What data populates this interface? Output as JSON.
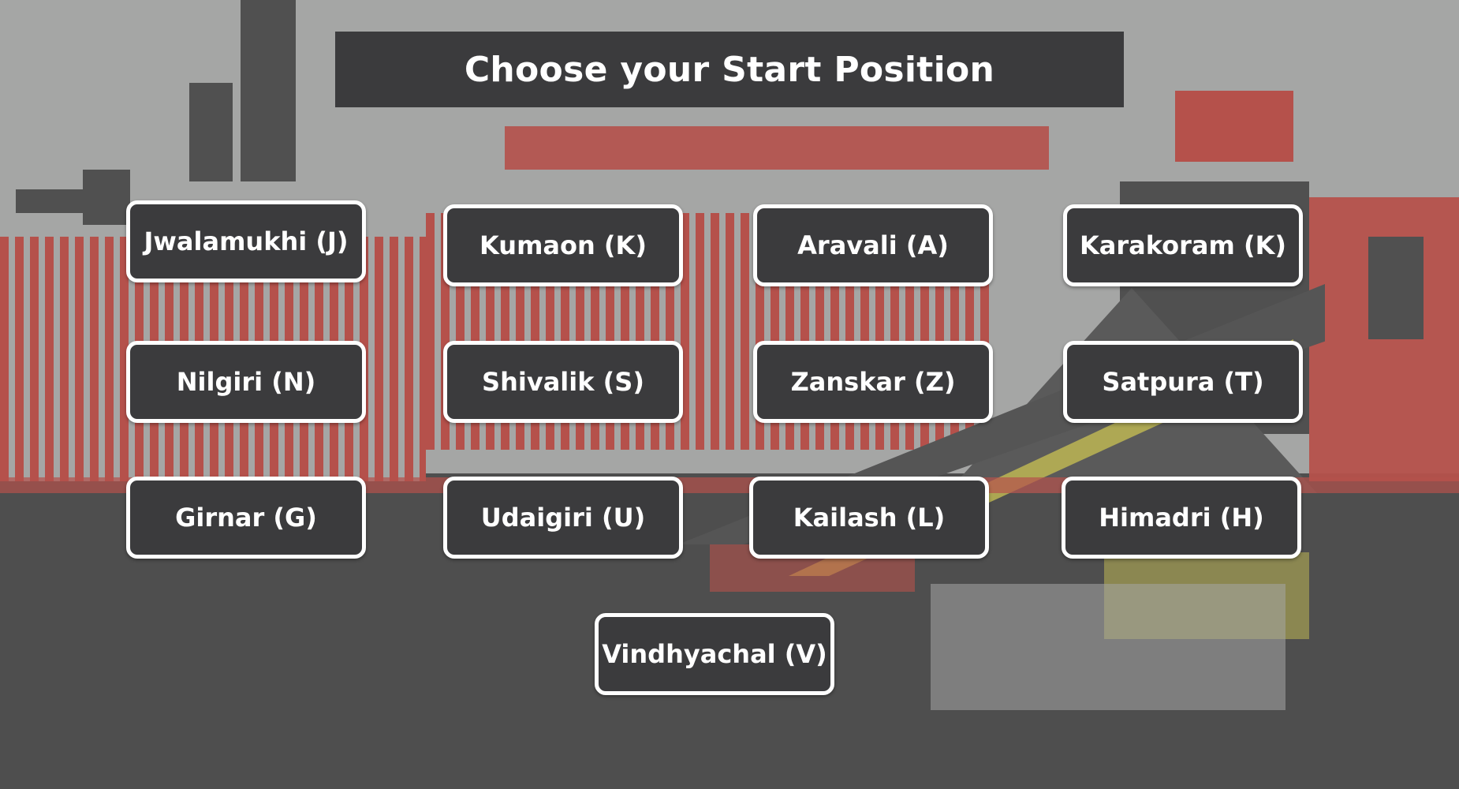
{
  "title": "Choose your Start Position",
  "positions": [
    {
      "label": "Jwalamukhi (J)"
    },
    {
      "label": "Kumaon (K)"
    },
    {
      "label": "Aravali (A)"
    },
    {
      "label": "Karakoram (K)"
    },
    {
      "label": "Nilgiri (N)"
    },
    {
      "label": "Shivalik (S)"
    },
    {
      "label": "Zanskar (Z)"
    },
    {
      "label": "Satpura (T)"
    },
    {
      "label": "Girnar (G)"
    },
    {
      "label": "Udaigiri (U)"
    },
    {
      "label": "Kailash (L)"
    },
    {
      "label": "Himadri (H)"
    },
    {
      "label": "Vindhyachal (V)"
    }
  ],
  "colors": {
    "button_bg": "#3b3b3d",
    "button_border": "#ffffff",
    "text": "#ffffff",
    "scene_red": "#b5514b",
    "scene_grey": "#a5a6a5",
    "scene_dark": "#4e4e4e",
    "scene_olive": "#bdb653"
  }
}
